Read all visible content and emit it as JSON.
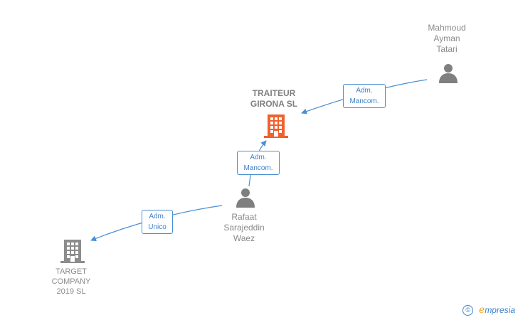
{
  "nodes": {
    "mahmoud": {
      "label": "Mahmoud\nAyman\nTatari",
      "type": "person"
    },
    "traiteur": {
      "label": "TRAITEUR\nGIRONA  SL",
      "type": "company",
      "focus": true
    },
    "rafaat": {
      "label": "Rafaat\nSarajeddin\nWaez",
      "type": "person"
    },
    "target": {
      "label": "TARGET\nCOMPANY\n2019  SL",
      "type": "company"
    }
  },
  "relations": [
    {
      "from": "mahmoud",
      "to": "traiteur",
      "line1": "Adm.",
      "line2": "Mancom."
    },
    {
      "from": "rafaat",
      "to": "traiteur",
      "line1": "Adm.",
      "line2": "Mancom."
    },
    {
      "from": "rafaat",
      "to": "target",
      "line1": "Adm.",
      "line2": "Unico"
    }
  ],
  "brand": {
    "copyright_symbol": "©",
    "e": "e",
    "rest": "mpresia"
  },
  "colors": {
    "edge": "#4a8fd4",
    "person_icon": "#7f7f7f",
    "company_icon": "#8c8c8c",
    "focus_company_icon": "#f0612d"
  }
}
